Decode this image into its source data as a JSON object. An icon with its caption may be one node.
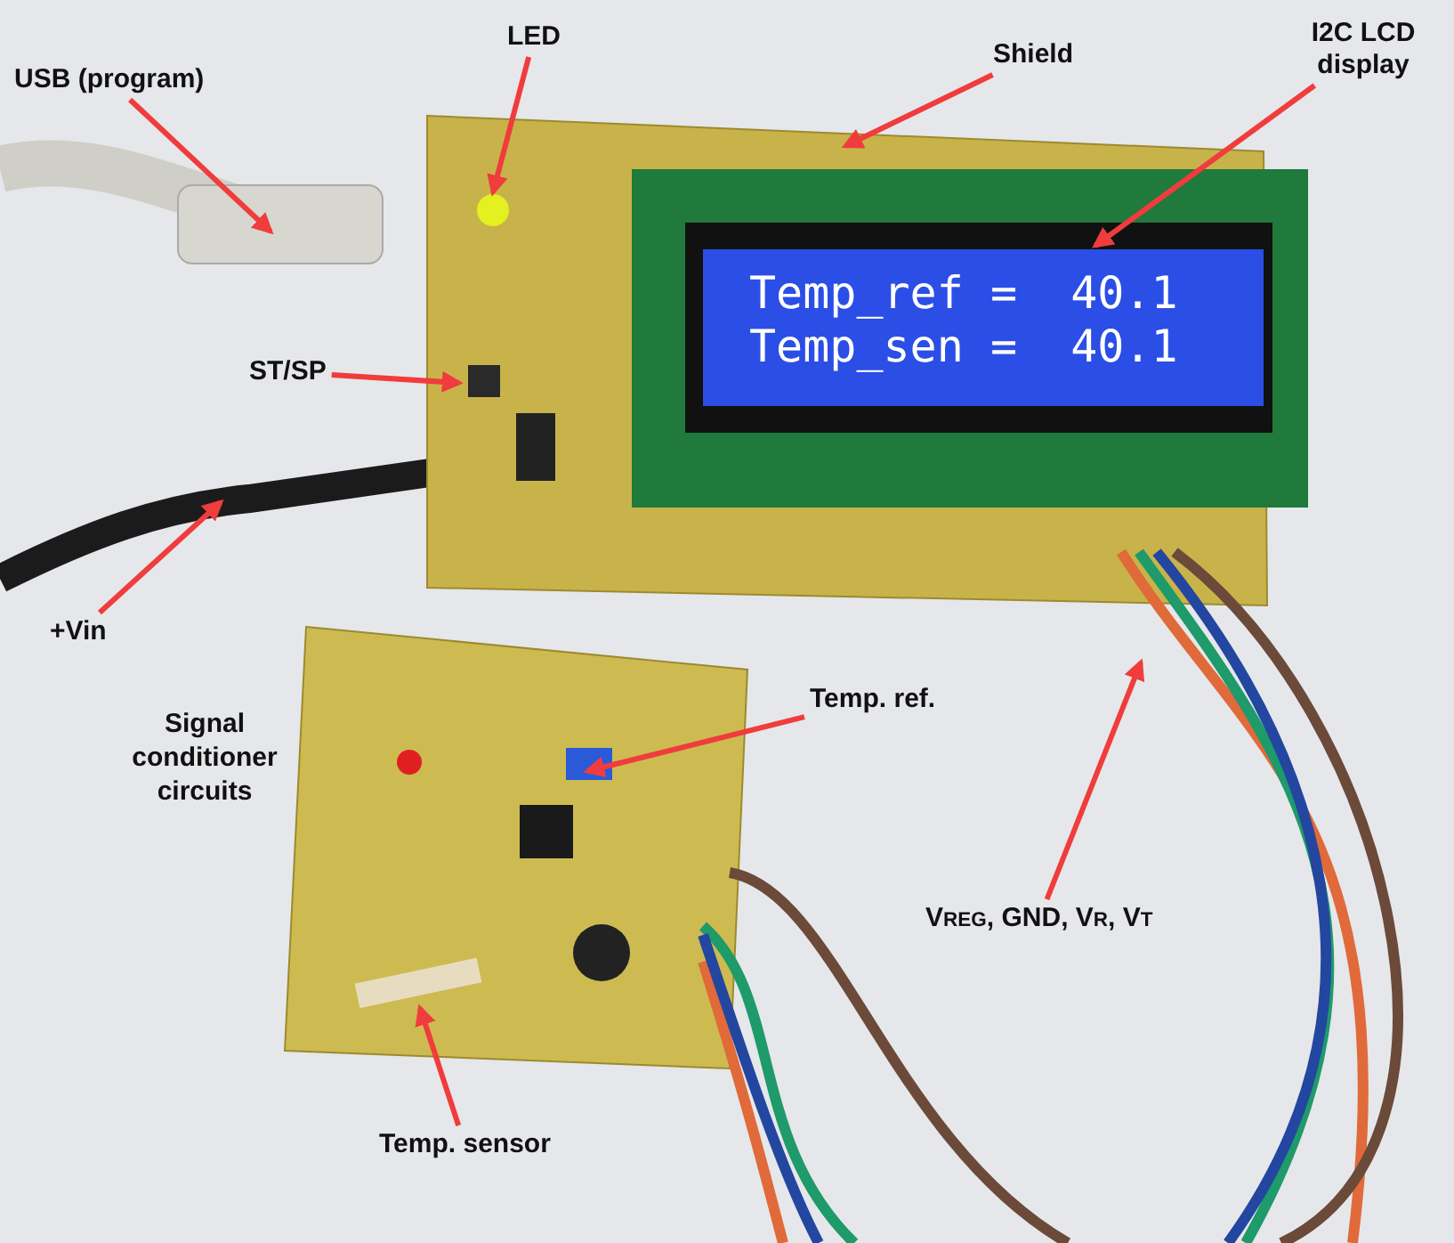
{
  "diagram": {
    "nodes": [
      {
        "text": [
          "USB (program)"
        ]
      },
      {
        "text": [
          "LED"
        ]
      },
      {
        "text": [
          "Shield"
        ]
      },
      {
        "text": [
          "I2C LCD display"
        ]
      },
      {
        "text": [
          "ST/SP"
        ]
      },
      {
        "text": [
          "+Vin"
        ]
      },
      {
        "text": [
          "Temp. ref."
        ]
      },
      {
        "text": [
          "V$_{REG}$, GND, V$_{R}$, V$_{T}$"
        ]
      },
      {
        "text": [
          "Temp. sensor"
        ]
      },
      {
        "text": [],
        "shape": "box"
      }
    ],
    "edges": [
      {
        "from": 0,
        "to": null,
        "arrow": "to"
      },
      {
        "from": 1,
        "to": null,
        "arrow": "to"
      },
      {
        "from": 2,
        "to": null,
        "arrow": "to"
      },
      {
        "from": 3,
        "to": 9,
        "arrow": "to"
      },
      {
        "from": 4,
        "to": null,
        "arrow": "to"
      },
      {
        "from": 5,
        "to": null,
        "arrow": "to"
      },
      {
        "from": 6,
        "to": null,
        "arrow": "to"
      },
      {
        "from": 7,
        "to": null,
        "arrow": "to"
      },
      {
        "from": 8,
        "to": null,
        "arrow": "to"
      }
    ],
    "labels": [
      "Temp_ref =  40.1",
      "Temp_sen =  40.1",
      "Signal conditioner circuits"
    ]
  }
}
